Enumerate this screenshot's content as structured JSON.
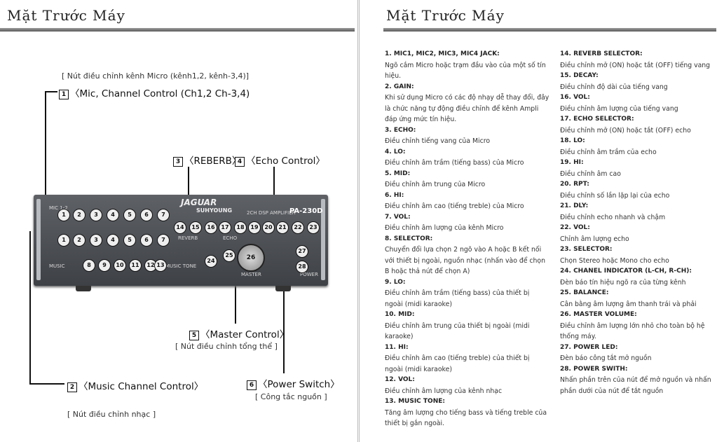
{
  "left_page": {
    "title": "Mặt Trước Máy",
    "mic_note": "[ Nút điều chỉnh kênh Micro (kênh1,2, kênh-3,4)]",
    "callouts": [
      {
        "num": "1",
        "text": "〈Mic, Channel Control (Ch1,2 Ch-3,4)"
      },
      {
        "num": "3",
        "text": "〈REBERB〉"
      },
      {
        "num": "4",
        "text": "〈Echo Control〉"
      },
      {
        "num": "5",
        "text": "〈Master Control〉"
      },
      {
        "num": "2",
        "text": "〈Music Channel Control〉"
      },
      {
        "num": "6",
        "text": "〈Power Switch〉"
      }
    ],
    "master_note": "[ Nút điều chỉnh tổng thể ]",
    "power_note": "[ Công tắc nguồn ]",
    "music_note": "[ Nút điều chỉnh nhạc ]",
    "device": {
      "brand1": "JAGUAR",
      "brand2": "SUHYOUNG",
      "model_label": "2CH DSP AMPLIFIER",
      "model": "PA-230D",
      "mic_label": "MIC 1-2",
      "music_label": "MUSIC",
      "reverb_label": "REVERB",
      "echo_label": "ECHO",
      "master_label": "MASTER",
      "music_tone_label": "MUSIC TONE",
      "power_label": "POWER",
      "knobs_row1": [
        "1",
        "2",
        "3",
        "4",
        "5",
        "6",
        "7"
      ],
      "knobs_row2": [
        "1",
        "2",
        "3",
        "4",
        "5",
        "6",
        "7"
      ],
      "knobs_row3": [
        "8",
        "9",
        "10",
        "11",
        "12",
        "13"
      ],
      "knobs_reverb": [
        "14",
        "15",
        "16"
      ],
      "knobs_echo": [
        "17",
        "18",
        "19",
        "20",
        "21",
        "22",
        "23"
      ],
      "knob_24": "24",
      "knob_25": "25",
      "knob_26": "26",
      "knob_27": "27",
      "knob_28": "28"
    }
  },
  "right_page": {
    "title": "Mặt Trước Máy",
    "col1": [
      {
        "h": "1. MIC1, MIC2, MIC3, MIC4 JACK:",
        "d": "Ngõ cắm Micro hoặc trạm đầu vào của một số tín hiệu."
      },
      {
        "h": "2. GAIN:",
        "d": "Khi sử dụng Micro có các độ nhạy dễ thay đổi, đây là chức năng tự động điều chỉnh để kênh Ampli đáp ứng mức tín hiệu."
      },
      {
        "h": "3. ECHO:",
        "d": "Điều chỉnh tiếng vang của Micro"
      },
      {
        "h": "4. LO:",
        "d": "Điều chỉnh âm trầm (tiếng bass) của Micro"
      },
      {
        "h": "5. MID:",
        "d": "Điều chỉnh âm trung của Micro"
      },
      {
        "h": "6. HI:",
        "d": "Điều chỉnh âm cao (tiếng treble) của Micro"
      },
      {
        "h": "7. VOL:",
        "d": "Điều chỉnh âm lượng của kênh Micro"
      },
      {
        "h": "8. SELECTOR:",
        "d": "Chuyển đổi lựa chọn 2 ngõ vào A hoặc B kết nối với thiết bị ngoài, nguồn nhạc (nhấn vào để chọn B hoặc thả nút để chọn A)"
      },
      {
        "h": "9. LO:",
        "d": "Điều chỉnh âm trầm (tiếng bass) của thiết bị ngoài (midi karaoke)"
      },
      {
        "h": "10. MID:",
        "d": "Điều chỉnh âm trung của thiết bị ngoài (midi karaoke)"
      },
      {
        "h": "11. HI:",
        "d": "Điều chỉnh âm cao (tiếng treble) của thiết bị ngoài (midi karaoke)"
      },
      {
        "h": "12. VOL:",
        "d": "Điều chỉnh âm lượng của kênh nhạc"
      },
      {
        "h": "13. MUSIC TONE:",
        "d": "Tăng âm lượng cho tiếng bass và tiếng treble của thiết bị gắn ngoài."
      }
    ],
    "col2": [
      {
        "h": "14. REVERB SELECTOR:",
        "d": "Điều chỉnh mở (ON) hoặc tắt (OFF) tiếng vang"
      },
      {
        "h": "15. DECAY:",
        "d": "Điều chỉnh độ dài của tiếng vang"
      },
      {
        "h": "16. VOL:",
        "d": "Điều chỉnh âm lượng của tiếng vang"
      },
      {
        "h": "17. ECHO SELECTOR:",
        "d": "Điều chỉnh mở (ON) hoặc tắt (OFF) echo"
      },
      {
        "h": "18. LO:",
        "d": "Điều chỉnh âm trầm của echo"
      },
      {
        "h": "19. HI:",
        "d": "Điều chỉnh âm cao"
      },
      {
        "h": "20. RPT:",
        "d": "Điều chỉnh số lần lặp lại của echo"
      },
      {
        "h": "21. DLY:",
        "d": "Điều chỉnh echo nhanh và chậm"
      },
      {
        "h": "22. VOL:",
        "d": "Chỉnh âm lượng echo"
      },
      {
        "h": "23. SELECTOR:",
        "d": "Chọn Stereo hoặc Mono cho echo"
      },
      {
        "h": "24. CHANEL INDICATOR (L-CH, R-CH):",
        "d": "Đèn báo tín hiệu ngõ ra của từng kênh"
      },
      {
        "h": "25. BALANCE:",
        "d": "Cân bằng âm lượng âm thanh trái và phải"
      },
      {
        "h": "26. MASTER VOLUME:",
        "d": "Điều chỉnh âm lượng lớn nhỏ cho toàn bộ hệ thống máy."
      },
      {
        "h": "27. POWER LED:",
        "d": "Đèn báo công tắt mở nguồn"
      },
      {
        "h": "28. POWER SWITH:",
        "d": "Nhấn phần trên của nút để mở nguồn và nhấn phần dưới của nút để tắt nguồn"
      }
    ]
  }
}
